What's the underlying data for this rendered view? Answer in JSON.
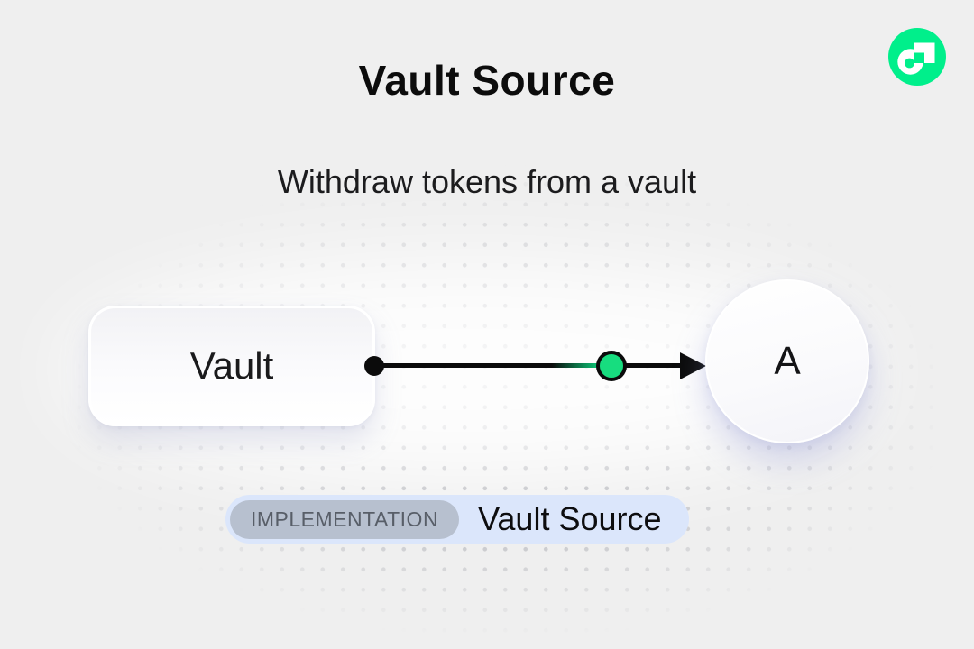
{
  "header": {
    "title": "Vault Source",
    "subtitle": "Withdraw tokens from a vault"
  },
  "logo": {
    "name": "Flow",
    "brand_color": "#00EF8B"
  },
  "diagram": {
    "source_node": {
      "label": "Vault"
    },
    "target_node": {
      "label": "A"
    },
    "edge": {
      "line_color": "#0B0B0B",
      "midpoint_node_color": "#17DD7F"
    }
  },
  "footer_badge": {
    "tag": "IMPLEMENTATION",
    "label": "Vault Source",
    "badge_color": "#DBE6FB",
    "tag_color": "#B7C0CF"
  }
}
